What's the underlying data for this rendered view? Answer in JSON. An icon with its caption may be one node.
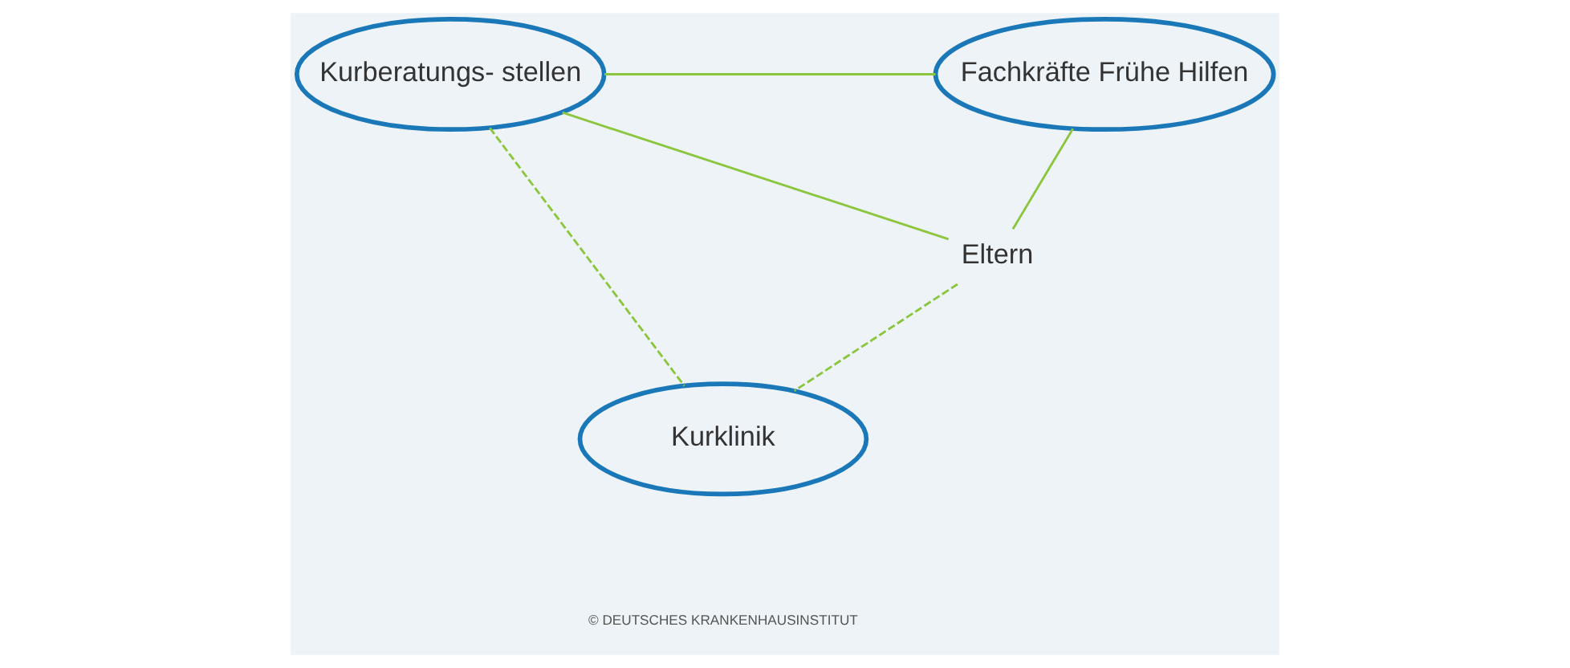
{
  "diagram": {
    "nodes": [
      {
        "text": [
          "Kurberatungs- stellen"
        ]
      },
      {
        "text": [
          "Fachkräfte Frühe Hilfen"
        ]
      },
      {
        "text": [
          "Eltern"
        ]
      },
      {
        "text": [
          "Kurklinik"
        ]
      }
    ],
    "edges": [
      {
        "from": 0,
        "to": 1,
        "arrow": "none"
      },
      {
        "from": 0,
        "to": 2,
        "arrow": "none"
      },
      {
        "from": 1,
        "to": 2,
        "arrow": "none"
      },
      {
        "from": 0,
        "to": 3,
        "arrow": "none",
        "style": "dashed"
      },
      {
        "from": 2,
        "to": 3,
        "arrow": "none",
        "style": "dashed"
      }
    ],
    "labels": [
      "© DEUTSCHES KRANKENHAUSINSTITUT"
    ]
  }
}
